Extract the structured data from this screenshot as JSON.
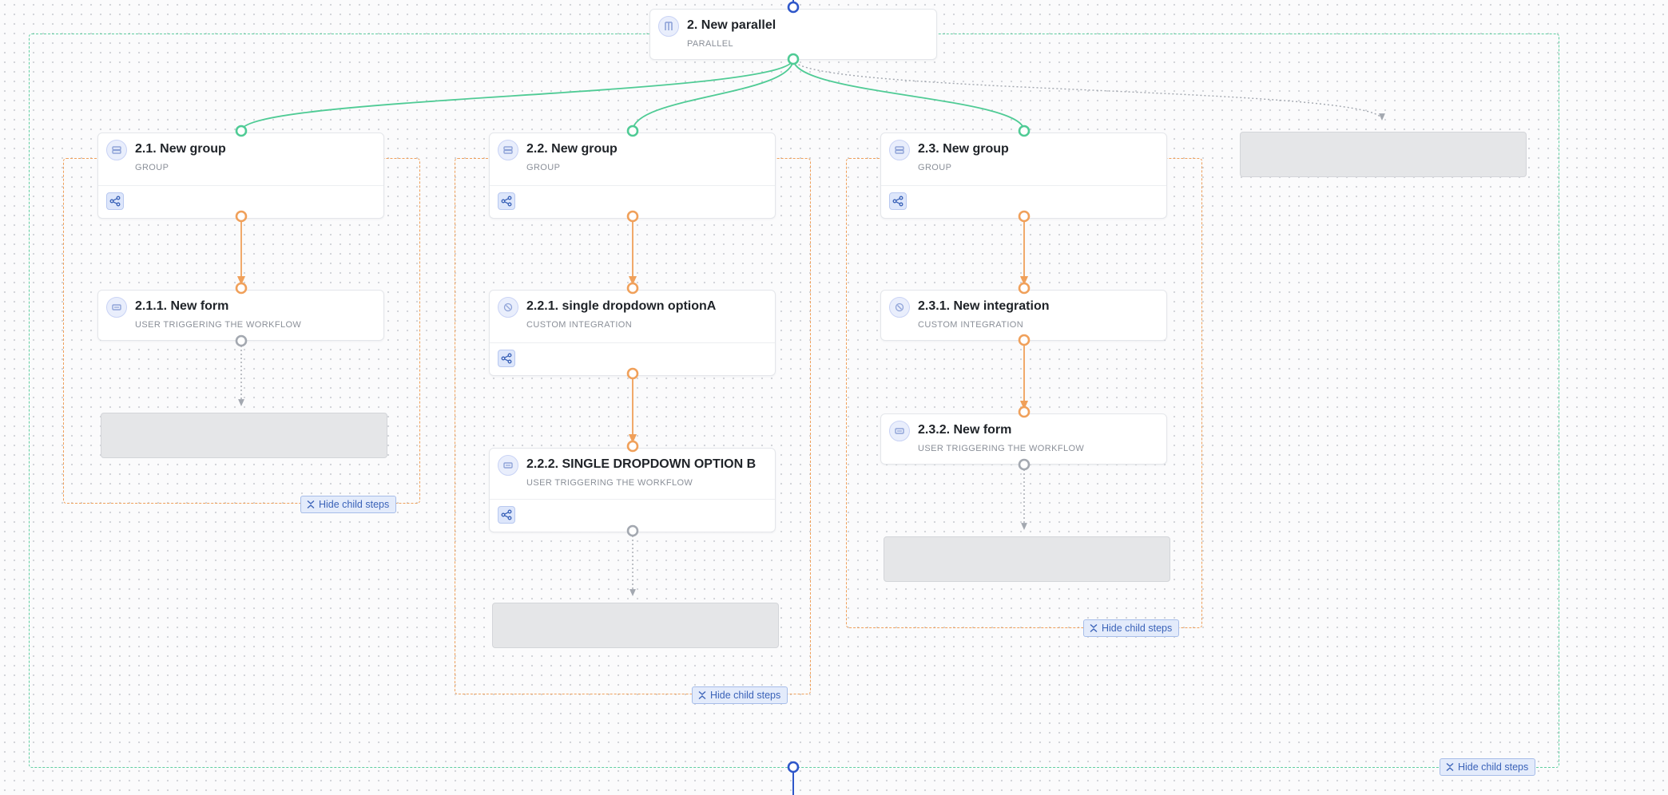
{
  "hide_child_steps_label": "Hide child steps",
  "colors": {
    "parallel": "#4fcb95",
    "group": "#f0a05a",
    "end": "#a3a8b0",
    "root": "#2e56c9",
    "button_text": "#3a62b8"
  },
  "parallel": {
    "number": "2.",
    "title": "New parallel",
    "subtitle": "PARALLEL",
    "icon": "parallel-icon",
    "groups": [
      {
        "number": "2.1.",
        "title": "New group",
        "subtitle": "GROUP",
        "icon": "group-icon",
        "children": [
          {
            "number": "2.1.1.",
            "title": "New form",
            "subtitle": "USER TRIGGERING THE WORKFLOW",
            "icon": "form-icon"
          }
        ]
      },
      {
        "number": "2.2.",
        "title": "New group",
        "subtitle": "GROUP",
        "icon": "group-icon",
        "children": [
          {
            "number": "2.2.1.",
            "title": "single dropdown optionA",
            "subtitle": "CUSTOM INTEGRATION",
            "icon": "integration-icon"
          },
          {
            "number": "2.2.2.",
            "title": "SINGLE DROPDOWN OPTION B",
            "subtitle": "USER TRIGGERING THE WORKFLOW",
            "icon": "form-icon"
          }
        ]
      },
      {
        "number": "2.3.",
        "title": "New group",
        "subtitle": "GROUP",
        "icon": "group-icon",
        "children": [
          {
            "number": "2.3.1.",
            "title": "New integration",
            "subtitle": "CUSTOM INTEGRATION",
            "icon": "integration-icon"
          },
          {
            "number": "2.3.2.",
            "title": "New form",
            "subtitle": "USER TRIGGERING THE WORKFLOW",
            "icon": "form-icon"
          }
        ]
      }
    ]
  }
}
